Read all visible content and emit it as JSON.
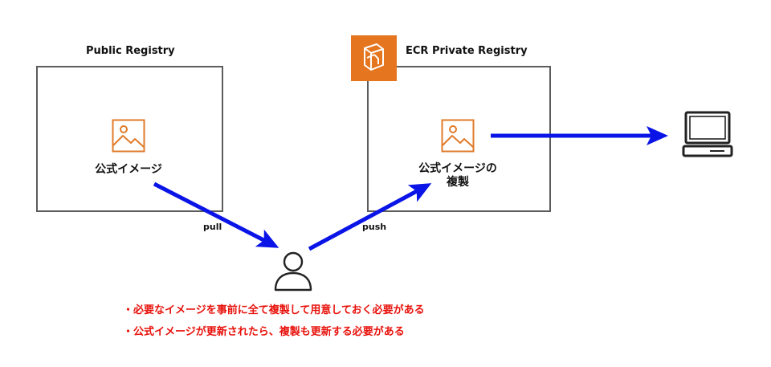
{
  "public_registry": {
    "title": "Public Registry",
    "image_label": "公式イメージ",
    "image_icon": "image-icon"
  },
  "private_registry": {
    "title": "ECR Private Registry",
    "service_icon": "aws-ecr-icon",
    "image_label_line1": "公式イメージの",
    "image_label_line2": "複製",
    "image_icon": "image-icon"
  },
  "edges": {
    "pull_label": "pull",
    "push_label": "push"
  },
  "user_icon": "user-icon",
  "client_icon": "computer-icon",
  "notes": [
    "・必要なイメージを事前に全て複製して用意しておく必要がある",
    "・公式イメージが更新されたら、複製も更新する必要がある"
  ],
  "colors": {
    "arrow": "#0a14e6",
    "icon_orange": "#e07b2a",
    "ecr_orange": "#e5751f",
    "note_red": "#e8120c",
    "box_border": "#5c5c5c"
  }
}
